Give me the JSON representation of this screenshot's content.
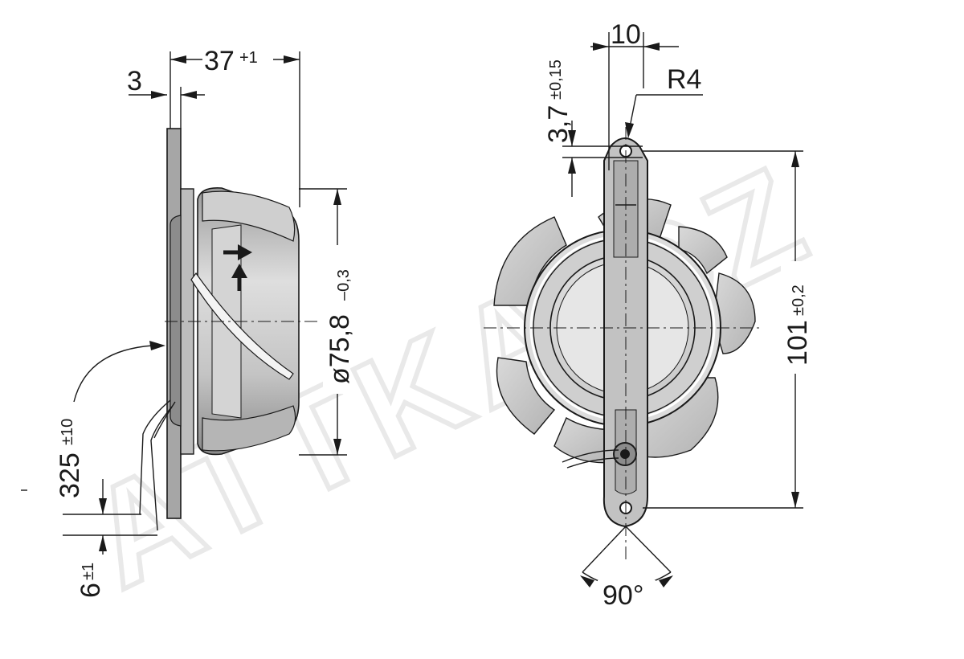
{
  "watermark": {
    "text": "ATTKA.CZ"
  },
  "side_view": {
    "dims": {
      "length": {
        "value": "37",
        "tol": "+1"
      },
      "flange": {
        "value": "3"
      },
      "diameter": {
        "value": "ø75,8",
        "tol": "–0,3"
      },
      "cable": {
        "value": "325",
        "tol": "±10"
      },
      "strip": {
        "value": "6",
        "tol": "±1"
      }
    }
  },
  "front_view": {
    "dims": {
      "width": {
        "value": "10"
      },
      "radius": {
        "value": "R4"
      },
      "hole": {
        "value": "3,7",
        "tol": "±0,15"
      },
      "span": {
        "value": "101",
        "tol": "±0,2"
      },
      "angle": {
        "value": "90°"
      }
    }
  },
  "colors": {
    "line": "#1a1a1a",
    "fill_light": "#e4e4e4",
    "fill_mid": "#c8c8c8",
    "fill_dark": "#9a9a9a",
    "watermark": "#e9e9e9"
  }
}
